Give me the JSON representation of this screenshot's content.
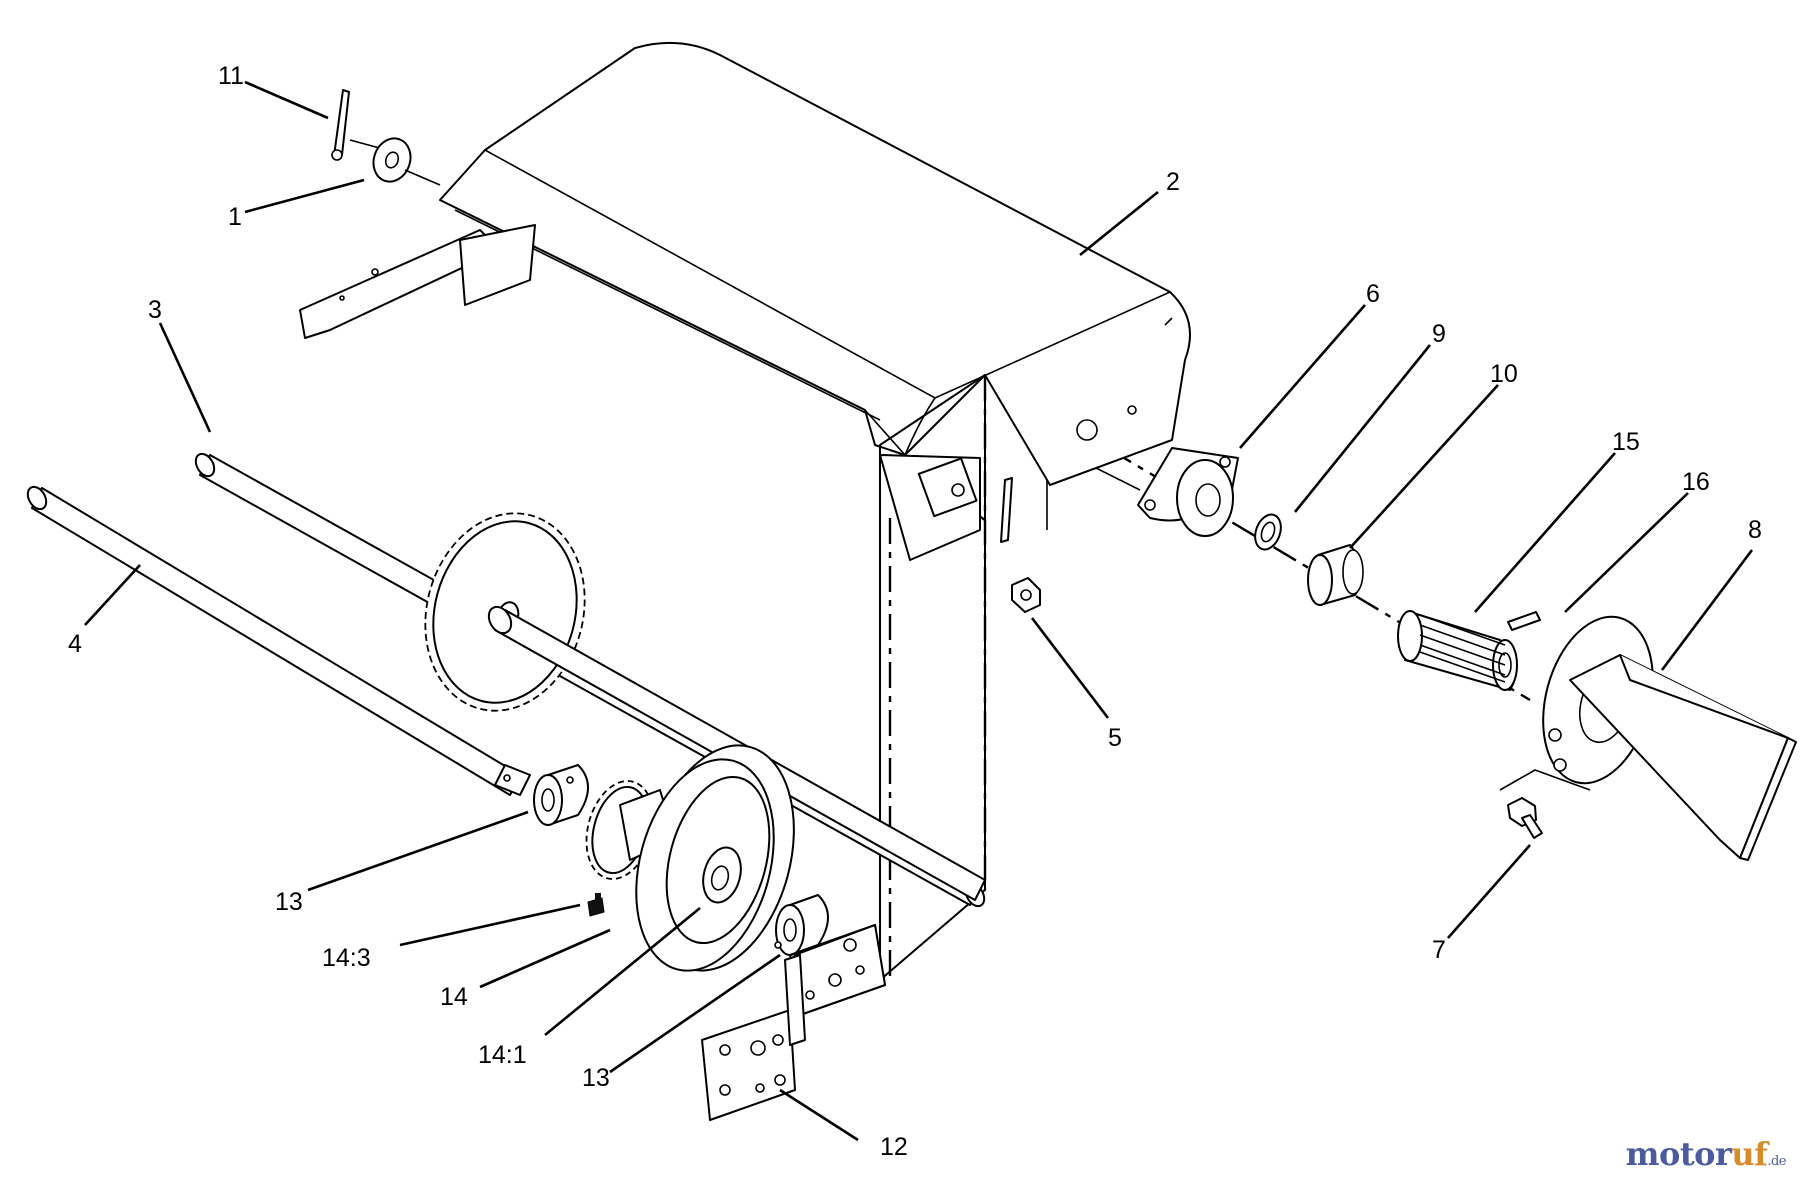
{
  "callouts": {
    "c1": "1",
    "c2": "2",
    "c3": "3",
    "c4": "4",
    "c5": "5",
    "c6": "6",
    "c7": "7",
    "c8": "8",
    "c9": "9",
    "c10": "10",
    "c11": "11",
    "c12": "12",
    "c13a": "13",
    "c13b": "13",
    "c14": "14",
    "c14_1": "14:1",
    "c14_3": "14:3",
    "c15": "15",
    "c16": "16"
  },
  "watermark": {
    "main": "motor",
    "accent": "uf",
    "tld": ".de"
  },
  "colors": {
    "line": "#000000",
    "watermark_blue": "#4c5a9e",
    "watermark_orange": "#d98a2b"
  }
}
